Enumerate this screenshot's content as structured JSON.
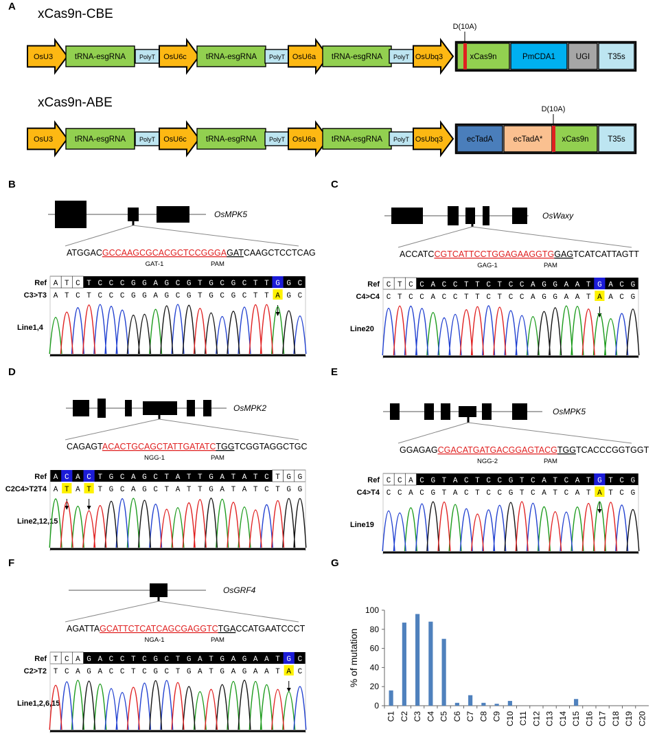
{
  "panel_letters": [
    "A",
    "B",
    "C",
    "D",
    "E",
    "F",
    "G"
  ],
  "panel_a": {
    "cbe": {
      "title": "xCas9n-CBE",
      "promoters": [
        "OsU3",
        "OsU6c",
        "OsU6a",
        "OsUbq3"
      ],
      "grna": "tRNA-esgRNA",
      "polyt": "PolyT",
      "d10a": "D(10A)",
      "modules": [
        "xCas9n",
        "PmCDA1",
        "UGI",
        "T35s"
      ]
    },
    "abe": {
      "title": "xCas9n-ABE",
      "promoters": [
        "OsU3",
        "OsU6c",
        "OsU6a",
        "OsUbq3"
      ],
      "grna": "tRNA-esgRNA",
      "polyt": "PolyT",
      "d10a": "D(10A)",
      "modules": [
        "ecTadA",
        "ecTadA*",
        "xCas9n",
        "T35s"
      ]
    },
    "colors": {
      "promoter": "#FDB813",
      "grna": "#92D050",
      "polyt": "#BDE5F1",
      "xcas": "#92D050",
      "pmcda": "#00B0F0",
      "ugi": "#A6A6A6",
      "t35s": "#BDE5F1",
      "ectada": "#4A7EBB",
      "ectadastar": "#FAC090",
      "mark": "#E02020"
    }
  },
  "panels": [
    {
      "id": "B",
      "gene": "OsMPK5",
      "seq_pre": "ATGGAC",
      "seq_target": "GCCAAGCGCACGCTCCGGGA",
      "seq_pam": "GAT",
      "seq_post": "CAAGCTCCTCAG",
      "target_label": "GAT-1",
      "pam_label": "PAM",
      "ref_label": "Ref",
      "mut_label": "C3>T3",
      "line_label": "Line1,4",
      "ref": [
        "A",
        "T",
        "C",
        "T",
        "C",
        "C",
        "C",
        "G",
        "G",
        "A",
        "G",
        "C",
        "G",
        "T",
        "G",
        "C",
        "G",
        "C",
        "T",
        "T",
        "G",
        "G",
        "C"
      ],
      "mut": [
        "A",
        "T",
        "C",
        "T",
        "C",
        "C",
        "C",
        "G",
        "G",
        "A",
        "G",
        "C",
        "G",
        "T",
        "G",
        "C",
        "G",
        "C",
        "T",
        "T",
        "A",
        "G",
        "C"
      ],
      "ref_white": [
        0,
        1,
        2
      ],
      "ref_blue": [
        20
      ],
      "mut_yellow": [
        20
      ],
      "arrows": [
        20
      ]
    },
    {
      "id": "C",
      "gene": "OsWaxy",
      "seq_pre": "ACCATC",
      "seq_target": "CGTCATTCCTGGAGAAGGTG",
      "seq_pam": "GAG",
      "seq_post": "TCATCATTAGTT",
      "target_label": "GAG-1",
      "pam_label": "PAM",
      "ref_label": "Ref",
      "mut_label": "C4>C4",
      "line_label": "Line20",
      "ref": [
        "C",
        "T",
        "C",
        "C",
        "A",
        "C",
        "C",
        "T",
        "T",
        "C",
        "T",
        "C",
        "C",
        "A",
        "G",
        "G",
        "A",
        "A",
        "T",
        "G",
        "A",
        "C",
        "G"
      ],
      "mut": [
        "C",
        "T",
        "C",
        "C",
        "A",
        "C",
        "C",
        "T",
        "T",
        "C",
        "T",
        "C",
        "C",
        "A",
        "G",
        "G",
        "A",
        "A",
        "T",
        "A",
        "A",
        "C",
        "G"
      ],
      "ref_white": [
        0,
        1,
        2
      ],
      "ref_blue": [
        19
      ],
      "mut_yellow": [
        19
      ],
      "arrows": [
        19
      ]
    },
    {
      "id": "D",
      "gene": "OsMPK2",
      "seq_pre": "CAGAGT",
      "seq_target": "ACACTGCAGCTATTGATATC",
      "seq_pam": "TGG",
      "seq_post": "TCGGTAGGCTGC",
      "target_label": "NGG-1",
      "pam_label": "PAM",
      "ref_label": "Ref",
      "mut_label": "C2C4>T2T4",
      "line_label": "Line2,12,15",
      "ref": [
        "A",
        "C",
        "A",
        "C",
        "T",
        "G",
        "C",
        "A",
        "G",
        "C",
        "T",
        "A",
        "T",
        "T",
        "G",
        "A",
        "T",
        "A",
        "T",
        "C",
        "T",
        "G",
        "G"
      ],
      "mut": [
        "A",
        "T",
        "A",
        "T",
        "T",
        "G",
        "C",
        "A",
        "G",
        "C",
        "T",
        "A",
        "T",
        "T",
        "G",
        "A",
        "T",
        "A",
        "T",
        "C",
        "T",
        "G",
        "G"
      ],
      "ref_white": [
        20,
        21,
        22
      ],
      "ref_blue": [
        1,
        3
      ],
      "mut_yellow": [
        1,
        3
      ],
      "arrows": [
        1,
        3
      ]
    },
    {
      "id": "E",
      "gene": "OsMPK5",
      "seq_pre": "GGAGAG",
      "seq_target": "CGACATGATGACGGAGTACG",
      "seq_pam": "TGG",
      "seq_post": "TCACCCGGTGGT",
      "target_label": "NGG-2",
      "pam_label": "PAM",
      "ref_label": "Ref",
      "mut_label": "C4>T4",
      "line_label": "Line19",
      "ref": [
        "C",
        "C",
        "A",
        "C",
        "G",
        "T",
        "A",
        "C",
        "T",
        "C",
        "C",
        "G",
        "T",
        "C",
        "A",
        "T",
        "C",
        "A",
        "T",
        "G",
        "T",
        "C",
        "G"
      ],
      "mut": [
        "C",
        "C",
        "A",
        "C",
        "G",
        "T",
        "A",
        "C",
        "T",
        "C",
        "C",
        "G",
        "T",
        "C",
        "A",
        "T",
        "C",
        "A",
        "T",
        "A",
        "T",
        "C",
        "G"
      ],
      "ref_white": [
        0,
        1,
        2
      ],
      "ref_blue": [
        19
      ],
      "mut_yellow": [
        19
      ],
      "arrows": [
        19
      ]
    },
    {
      "id": "F",
      "gene": "OsGRF4",
      "seq_pre": "AGATTA",
      "seq_target": "GCATTCTCATCAGCGAGGTC",
      "seq_pam": "TGA",
      "seq_post": "CCATGAATCCCT",
      "target_label": "NGA-1",
      "pam_label": "PAM",
      "ref_label": "Ref",
      "mut_label": "C2>T2",
      "line_label": "Line1,2,6,15",
      "ref": [
        "T",
        "C",
        "A",
        "G",
        "A",
        "C",
        "C",
        "T",
        "C",
        "G",
        "C",
        "T",
        "G",
        "A",
        "T",
        "G",
        "A",
        "G",
        "A",
        "A",
        "T",
        "G",
        "C"
      ],
      "mut": [
        "T",
        "C",
        "A",
        "G",
        "A",
        "C",
        "C",
        "T",
        "C",
        "G",
        "C",
        "T",
        "G",
        "A",
        "T",
        "G",
        "A",
        "G",
        "A",
        "A",
        "T",
        "A",
        "C"
      ],
      "ref_white": [
        0,
        1,
        2
      ],
      "ref_blue": [
        21
      ],
      "mut_yellow": [
        21
      ],
      "arrows": [
        21
      ]
    }
  ],
  "chart_data": {
    "type": "bar",
    "categories": [
      "C1",
      "C2",
      "C3",
      "C4",
      "C5",
      "C6",
      "C7",
      "C8",
      "C9",
      "C10",
      "C11",
      "C12",
      "C13",
      "C14",
      "C15",
      "C16",
      "C17",
      "C18",
      "C19",
      "C20"
    ],
    "values": [
      16,
      87,
      96,
      88,
      70,
      3,
      11,
      3,
      2,
      5,
      0,
      0,
      0,
      0,
      7,
      0,
      0,
      0,
      0,
      0
    ],
    "ylabel": "% of mutation",
    "ylim": [
      0,
      100
    ],
    "yticks": [
      0,
      20,
      40,
      60,
      80,
      100
    ],
    "bar_color": "#4F81BD"
  }
}
